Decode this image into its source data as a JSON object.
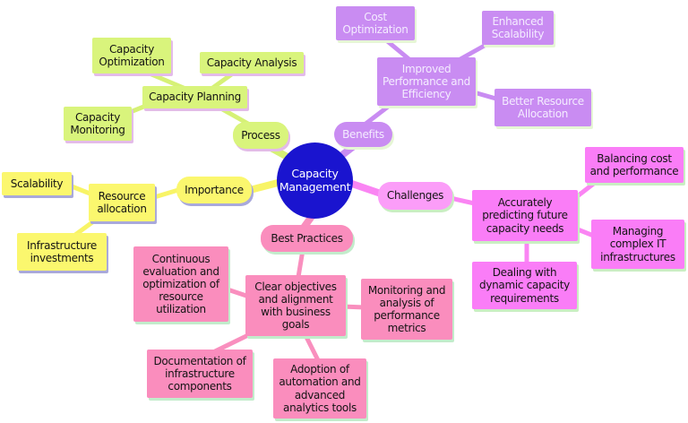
{
  "diagram_type": "mind-map",
  "colors": {
    "background": "#ffffff",
    "center": "#1a14cf",
    "process_branch": "#d9f47c",
    "benefits_branch": "#c98cf2",
    "importance_branch": "#fbf76e",
    "challenges_branch": "#fa7df7",
    "best_practices_branch": "#fa8dbd"
  },
  "nodes": {
    "center": "Capacity Management",
    "process": "Process",
    "capacity_planning": "Capacity Planning",
    "capacity_optimization": "Capacity Optimization",
    "capacity_analysis": "Capacity Analysis",
    "capacity_monitoring": "Capacity Monitoring",
    "benefits": "Benefits",
    "improved_performance": "Improved Performance and Efficiency",
    "cost_optimization": "Cost Optimization",
    "enhanced_scalability": "Enhanced Scalability",
    "better_resource_allocation": "Better Resource Allocation",
    "importance": "Importance",
    "resource_allocation": "Resource allocation",
    "scalability": "Scalability",
    "infrastructure_investments": "Infrastructure investments",
    "challenges": "Challenges",
    "accurately_predicting": "Accurately predicting future capacity needs",
    "balancing_cost": "Balancing cost and performance",
    "managing_complex": "Managing complex IT infrastructures",
    "dealing_with": "Dealing with dynamic capacity requirements",
    "best_practices": "Best Practices",
    "clear_objectives": "Clear objectives and alignment with business goals",
    "continuous_evaluation": "Continuous evaluation and optimization of resource utilization",
    "monitoring_analysis": "Monitoring and analysis of performance metrics",
    "documentation": "Documentation of infrastructure components",
    "adoption": "Adoption of automation and advanced analytics tools"
  }
}
